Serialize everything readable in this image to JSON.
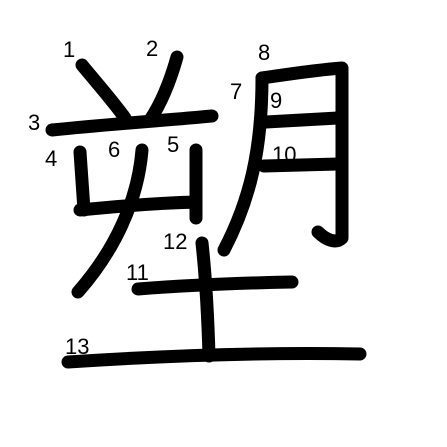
{
  "character": "塑",
  "stroke_color": "#000000",
  "background": "#ffffff",
  "stroke_numbers": [
    "1",
    "2",
    "3",
    "4",
    "5",
    "6",
    "7",
    "8",
    "9",
    "10",
    "11",
    "12",
    "13"
  ]
}
